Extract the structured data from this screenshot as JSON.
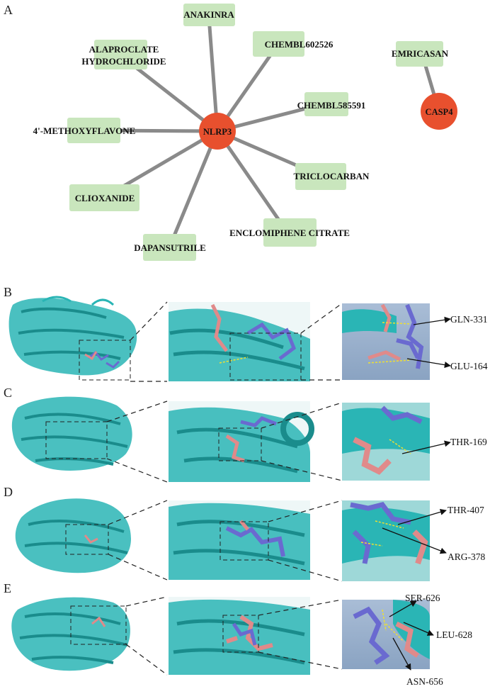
{
  "panels": {
    "a": "A",
    "b": "B",
    "c": "C",
    "d": "D",
    "e": "E"
  },
  "network": {
    "hubs": [
      {
        "id": "nlrp3",
        "label": "NLRP3"
      },
      {
        "id": "casp4",
        "label": "CASP4"
      }
    ],
    "drugs": [
      {
        "id": "anakinra",
        "label": "ANAKINRA",
        "target": "nlrp3"
      },
      {
        "id": "alaproclate",
        "label": [
          "ALAPROCLATE",
          "HYDROCHLORIDE"
        ],
        "target": "nlrp3"
      },
      {
        "id": "chembl602526",
        "label": "CHEMBL602526",
        "target": "nlrp3"
      },
      {
        "id": "chembl585591",
        "label": "CHEMBL585591",
        "target": "nlrp3"
      },
      {
        "id": "methoxyflavone",
        "label": "4'-METHOXYFLAVONE",
        "target": "nlrp3"
      },
      {
        "id": "triclocarban",
        "label": "TRICLOCARBAN",
        "target": "nlrp3"
      },
      {
        "id": "clioxanide",
        "label": "CLIOXANIDE",
        "target": "nlrp3"
      },
      {
        "id": "enclomiphene",
        "label": "ENCLOMIPHENE CITRATE",
        "target": "nlrp3"
      },
      {
        "id": "dapansutrile",
        "label": "DAPANSUTRILE",
        "target": "nlrp3"
      },
      {
        "id": "emricasan",
        "label": "EMRICASAN",
        "target": "casp4"
      }
    ]
  },
  "docking": [
    {
      "panel": "B",
      "residues": [
        "GLN-331",
        "GLU-164"
      ]
    },
    {
      "panel": "C",
      "residues": [
        "THR-169"
      ]
    },
    {
      "panel": "D",
      "residues": [
        "THR-407",
        "ARG-378"
      ]
    },
    {
      "panel": "E",
      "residues": [
        "SER-626",
        "LEU-628",
        "ASN-656"
      ]
    }
  ],
  "colors": {
    "hub": "#e8502e",
    "drug_box": "#c9e6bd",
    "edge": "#8a8a8a",
    "protein": "#2ab5b5",
    "ligand_pink": "#e08a8a",
    "ligand_blue": "#6a6ad0",
    "hbond": "#f0e030"
  }
}
